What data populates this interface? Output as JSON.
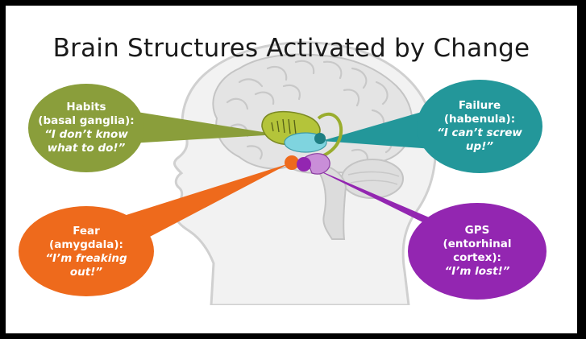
{
  "title": "Brain Structures Activated by Change",
  "colors": {
    "habits": "#8a9e3b",
    "failure": "#23979a",
    "fear": "#ee6a1c",
    "gps": "#9326b1",
    "head_outline": "#d6d6d6",
    "brain_fill": "#e6e6e6"
  },
  "bubbles": {
    "habits": {
      "name": "Habits",
      "structure": "(basal ganglia):",
      "quote_line1": "“I don’t know",
      "quote_line2": "what to do!”"
    },
    "failure": {
      "name": "Failure",
      "structure": "(habenula):",
      "quote_line1": "“I can’t screw",
      "quote_line2": "up!”"
    },
    "fear": {
      "name": "Fear",
      "structure": "(amygdala):",
      "quote_line1": "“I’m freaking",
      "quote_line2": "out!”"
    },
    "gps": {
      "name": "GPS",
      "structure_line1": "(entorhinal",
      "structure_line2": "cortex):",
      "quote": "“I’m lost!”"
    }
  }
}
